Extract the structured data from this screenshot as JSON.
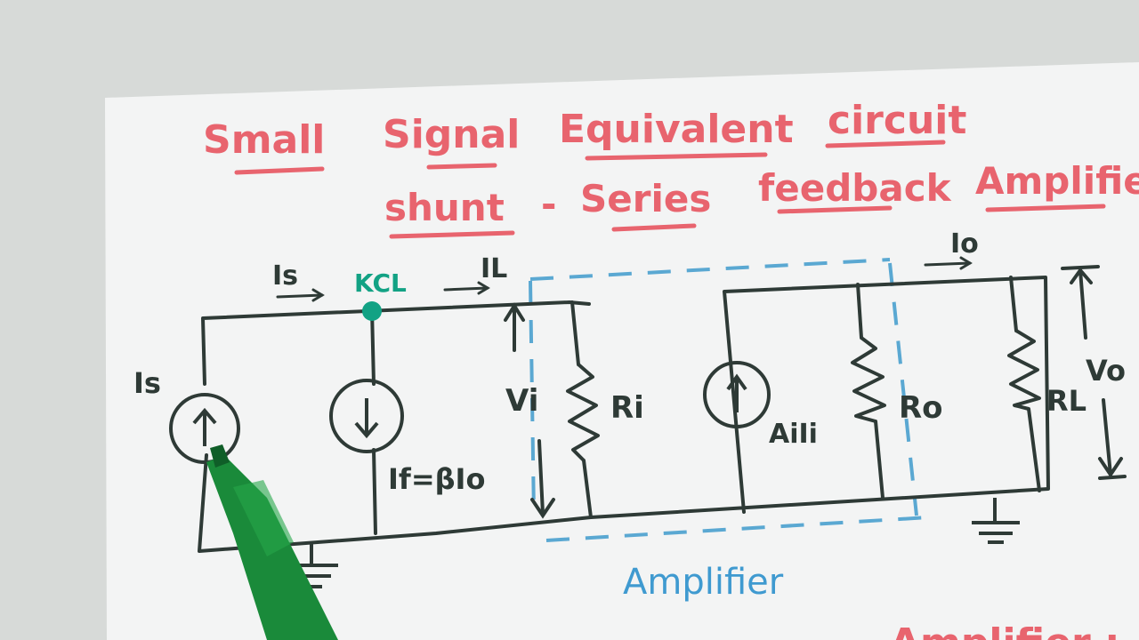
{
  "title": {
    "line1": [
      "Small",
      "Signal",
      "Equivalent",
      "circuit"
    ],
    "line2": [
      "shunt",
      "-",
      "Series",
      "feedback",
      "Amplifier"
    ]
  },
  "labels": {
    "kcl": "KCL",
    "is_top": "Is",
    "is_left": "Is",
    "il": "IL",
    "io": "Io",
    "vi": "Vi",
    "ri": "Ri",
    "if_eq": "If=βIo",
    "aiii": "AiIi",
    "ro": "Ro",
    "rl": "RL",
    "vo": "Vo",
    "amplifier": "Amplifier",
    "bottom_cut": "Amplifier :-"
  },
  "colors": {
    "title": "#e8646e",
    "ink": "#2e3a36",
    "kcl": "#12a284",
    "dash": "#5aa8d2",
    "amplifier": "#3f9ad0",
    "paper": "#f3f4f4",
    "marker": "#1a8a3a"
  }
}
